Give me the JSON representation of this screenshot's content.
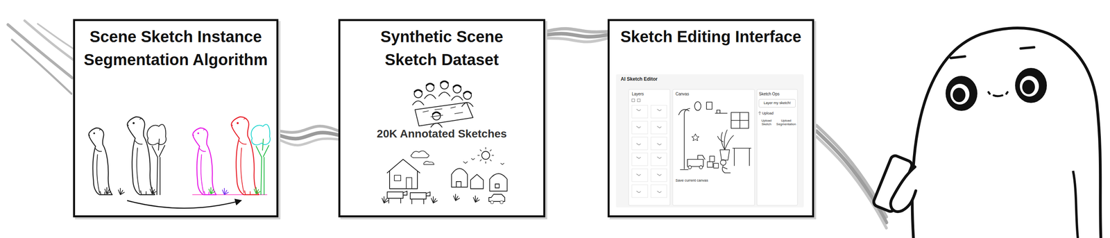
{
  "diagram": {
    "nodes": [
      {
        "text": [
          "Scene Sketch Instance Segmentation Algorithm"
        ]
      },
      {
        "text": [
          "Synthetic Scene Sketch Dataset",
          "20K Annotated Sketches"
        ]
      },
      {
        "text": [
          "Sketch Editing Interface"
        ]
      }
    ],
    "edges": [
      {
        "from": 0,
        "to": 1,
        "arrow": "none"
      },
      {
        "from": 1,
        "to": 2,
        "arrow": "none"
      }
    ],
    "labels": [
      "AI Sketch Editor",
      "Layers",
      "Canvas",
      "Sketch Ops",
      "Layer my sketch!",
      "Upload",
      "Upload Sketch",
      "Upload Segmentation",
      "Save current canvas"
    ]
  }
}
